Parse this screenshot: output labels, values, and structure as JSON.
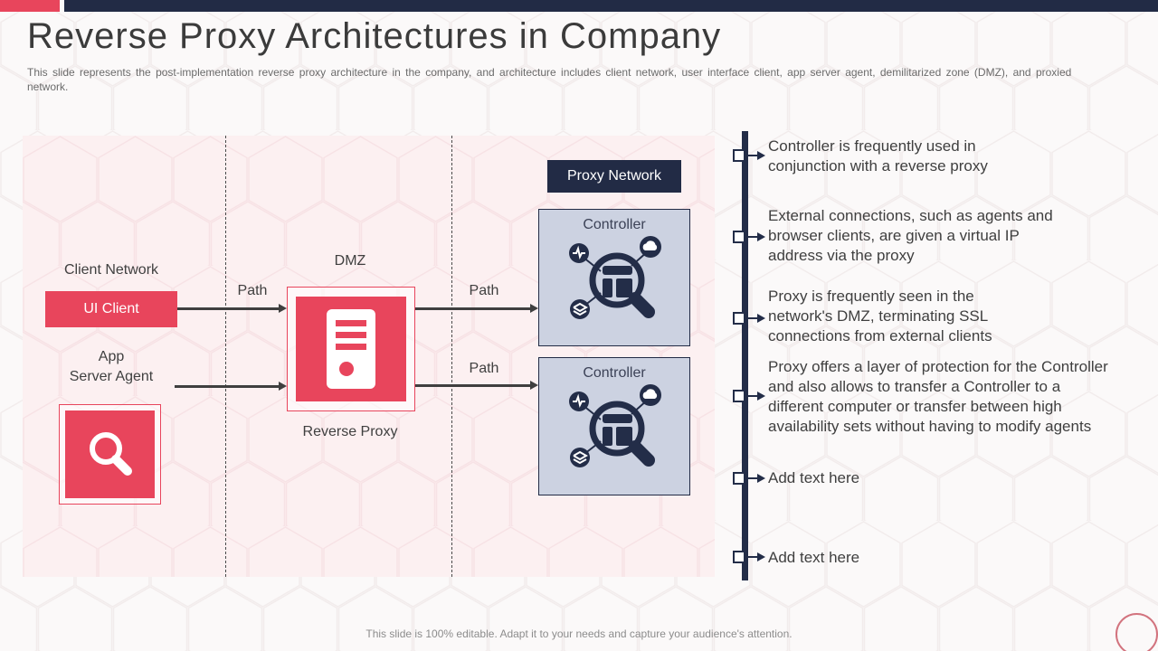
{
  "header": {
    "title": "Reverse Proxy Architectures in Company",
    "subtitle": "This slide represents the post-implementation reverse proxy architecture in the company, and architecture includes client network, user interface client, app server agent, demilitarized zone (DMZ), and proxied network."
  },
  "diagram": {
    "labels": {
      "client_network": "Client Network",
      "ui_client": "UI Client",
      "app_server_agent_line1": "App",
      "app_server_agent_line2": "Server Agent",
      "dmz": "DMZ",
      "reverse_proxy": "Reverse Proxy",
      "proxy_network": "Proxy Network",
      "controller_top": "Controller",
      "controller_bottom": "Controller",
      "path_1": "Path",
      "path_2": "Path",
      "path_3": "Path"
    }
  },
  "timeline": {
    "items": [
      {
        "lines": [
          "Controller is frequently used in",
          "conjunction with a reverse proxy"
        ]
      },
      {
        "lines": [
          "External connections, such as agents and",
          "browser clients, are given a virtual IP",
          "address via the proxy"
        ]
      },
      {
        "lines": [
          "Proxy is frequently seen in the",
          "network's DMZ, terminating SSL",
          "connections from external clients"
        ]
      },
      {
        "lines": [
          "Proxy offers a layer of protection for the Controller",
          "and also allows to transfer a Controller to a",
          "different computer or transfer between high",
          "availability sets without having to modify agents"
        ]
      },
      {
        "lines": [
          "Add text here"
        ]
      },
      {
        "lines": [
          "Add text here"
        ]
      }
    ]
  },
  "footer": {
    "note": "This slide is 100% editable. Adapt it to your needs and capture your audience's attention."
  },
  "icons": {
    "search": "magnifying-glass",
    "server": "server-tower",
    "controller": "search-over-dashboard",
    "pulse": "activity-pulse",
    "cloud": "cloud",
    "layers": "stacked-layers"
  },
  "colors": {
    "accent_red": "#e8455c",
    "navy": "#232d48",
    "panel_pink": "#fcf0f1",
    "controller_fill": "#ccd2e1",
    "text_dark": "#3f3f3f",
    "text_gray": "#6b6b6b",
    "footer_gray": "#8c8c8c"
  }
}
